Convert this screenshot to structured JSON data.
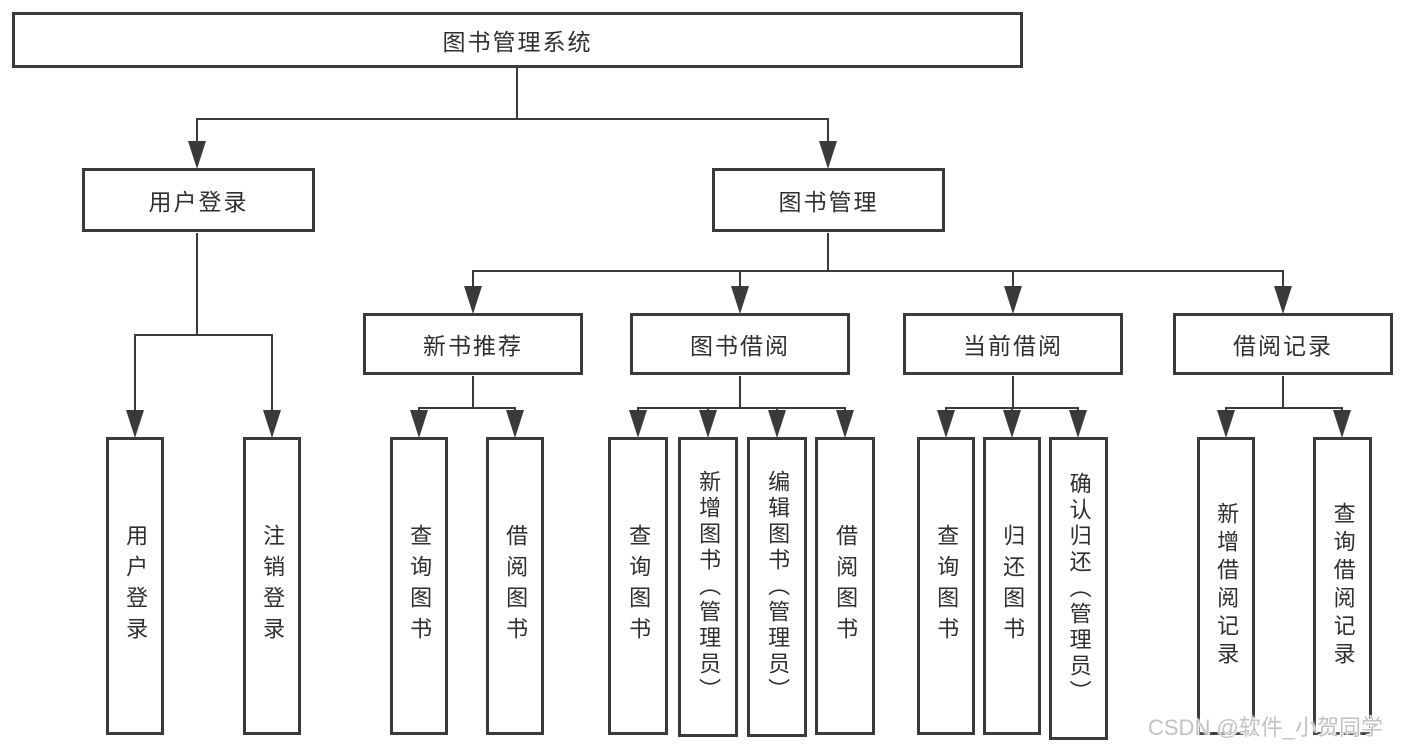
{
  "tree": {
    "root": "图书管理系统",
    "branches": [
      {
        "label": "用户登录",
        "children": [
          "用户登录",
          "注销登录"
        ]
      },
      {
        "label": "图书管理",
        "groups": [
          {
            "label": "新书推荐",
            "children": [
              "查询图书",
              "借阅图书"
            ]
          },
          {
            "label": "图书借阅",
            "children": [
              "查询图书",
              "新增图书（管理员）",
              "编辑图书（管理员）",
              "借阅图书"
            ]
          },
          {
            "label": "当前借阅",
            "children": [
              "查询图书",
              "归还图书",
              "确认归还（管理员）"
            ]
          },
          {
            "label": "借阅记录",
            "children": [
              "新增借阅记录",
              "查询借阅记录"
            ]
          }
        ]
      }
    ]
  },
  "watermark": {
    "text": "CSDN @软件_小贺同学"
  },
  "colors": {
    "line": "#3a3a3a",
    "text": "#2f2f2f",
    "background": "#ffffff",
    "watermark": "#c2c2c2"
  }
}
